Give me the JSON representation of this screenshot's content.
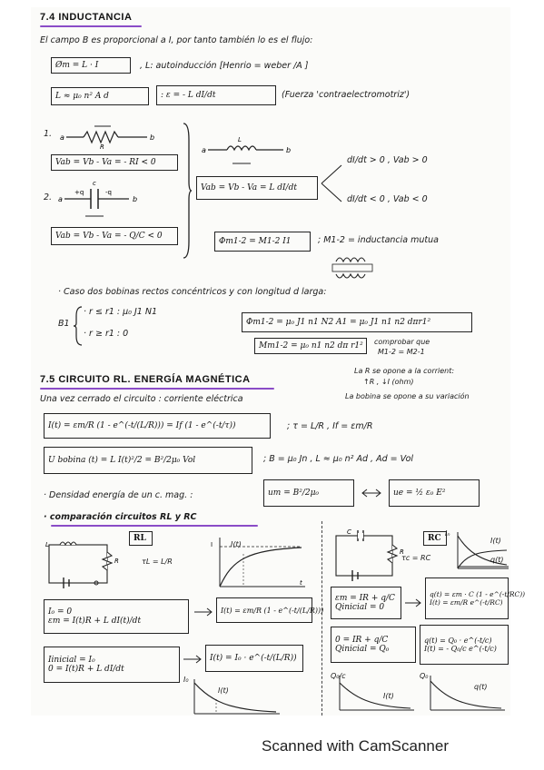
{
  "section1": {
    "title": "7.4 INDUCTANCIA",
    "intro": "El campo B es proporcional a I, por tanto también lo es el flujo:",
    "flux_eq": "Øm = L · I",
    "autoinduction": ", L: autoinducción  [Henrio = weber /A ]",
    "l_eq": "L ≈ μ₀ n² A d",
    "fem_eq": ": ε = - L dI/dt",
    "fem_note": "(Fuerza 'contraelectromotriz')",
    "case1_label": "1.",
    "case1_eq": "Vab = Vb - Va = - RI < 0",
    "case2_label": "2.",
    "case2_eq": "Vab = Vb - Va = - Q/C < 0",
    "inductor_eq": "Vab = Vb - Va = L dI/dt",
    "cond_pos": "dI/dt > 0 ,  Vab > 0",
    "cond_neg": "dI/dt < 0 ,  Vab < 0",
    "mutual_eq": "Φm1-2 = M1-2 I1",
    "mutual_note": "; M1-2 = inductancia mutua",
    "coils_case": "· Caso dos bobinas rectos concéntricos y con longitud d larga:",
    "b1_label": "B1",
    "b1_line1": "· r ≤ r1 : μ₀ J1 N1",
    "b1_line2": "· r ≥ r1 : 0",
    "phi_eq": "Φm1-2 = μ₀ J1 n1 N2 A1 = μ₀ J1 n1 n2 dπr1²",
    "m_eq": "Mm1-2 = μ₀ n1 n2 dπ r1²",
    "m_note1": "comprobar que",
    "m_note2": "M1-2 = M2-1"
  },
  "section2": {
    "title": "7.5 CIRCUITO RL. ENERGÍA MAGNÉTICA",
    "r_note1": "La R se opone a la corrient:",
    "r_note2": "↑R , ↓I (ohm)",
    "coil_note": "La bobina se opone a su variación",
    "closed": "Una vez cerrado el circuito : corriente eléctrica",
    "i_eq": "I(t) = εm/R (1 - e^(-t/(L/R))) = If (1 - e^(-t/τ))",
    "tau_eq": "; τ = L/R ,  If = εm/R",
    "u_eq": "U bobina (t) = L I(t)²/2 = B²/2μ₀ Vol",
    "b_eq": "; B = μ₀ Jn ,  L ≈ μ₀ n² Ad ,  Ad = Vol",
    "density": "· Densidad energía de un c. mag. :",
    "um_eq": "um = B²/2μ₀",
    "ue_eq": "ue = ½ ε₀ E²",
    "comparison": "· comparación circuitos RL y RC"
  },
  "rl": {
    "label": "RL",
    "tau": "τL = L/R",
    "graph_label": "I(t)",
    "i0": "I₀ = 0",
    "fem_rl": "εm = I(t)R + L dI(t)/dt",
    "i_rl": "I(t) = εm/R (1 - e^(-t/(L/R)))",
    "initial": "Iinicial = I₀",
    "zero_eq": "0 = I(t)R + L dI/dt",
    "decay": "I(t) = I₀ · e^(-t/(L/R))",
    "i0_axis": "I₀",
    "it_axis": "I(t)"
  },
  "rc": {
    "label": "RC",
    "tau": "τc = RC",
    "fem_rc": "εm = IR + q/C",
    "qinit": "Qinicial = 0",
    "q_eq": "q(t) = εm · C (1 - e^(-t/RC))",
    "i_eq": "I(t) = εm/R e^(-t/RC)",
    "zero_eq": "0 = IR + q/C",
    "qinit2": "Qinicial = Q₀",
    "q_decay": "q(t) = Q₀ · e^(-t/c)",
    "i_decay": "I(t) = - Q₀/c e^(-t/c)",
    "graph1_a": "Iₙ",
    "graph1_b": "I(t)",
    "graph1_c": "q(t)",
    "graph2_a": "Q₀/c",
    "graph2_b": "I(t)",
    "graph3_a": "Q₀",
    "graph3_b": "q(t)"
  },
  "footer": "Scanned with CamScanner"
}
